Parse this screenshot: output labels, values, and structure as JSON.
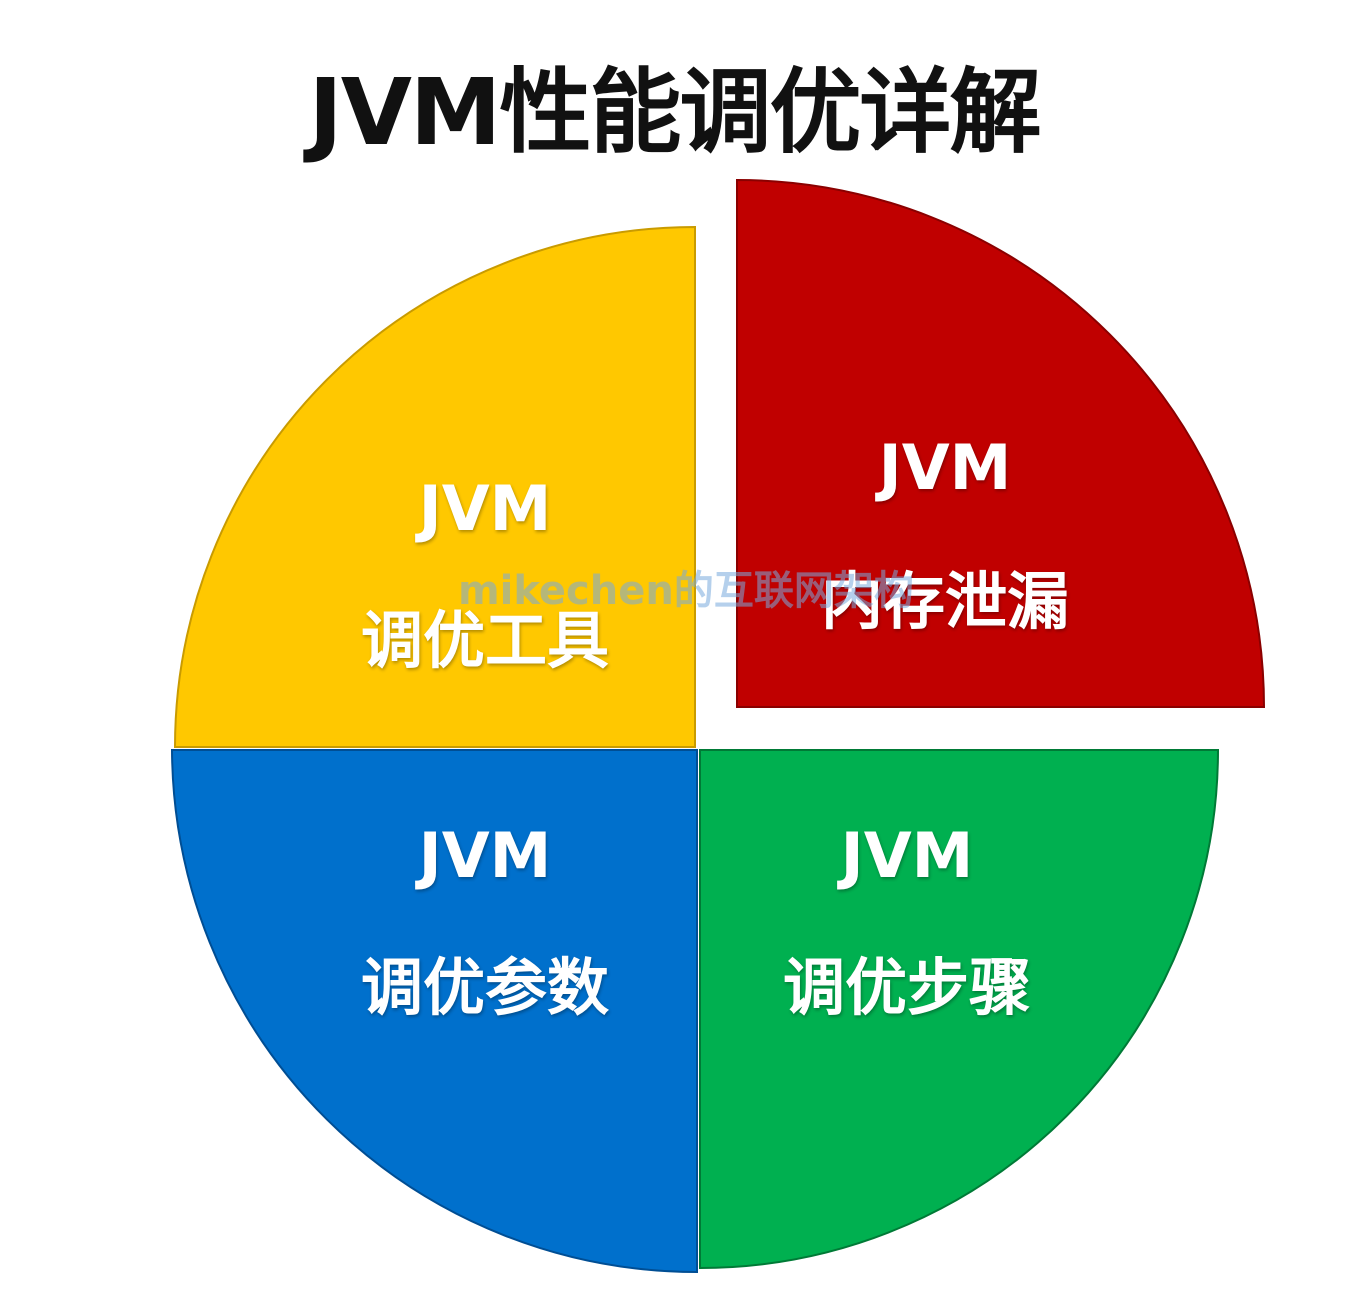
{
  "title": "JVM性能调优详解",
  "segments": [
    {
      "id": "memory-leak",
      "line1": "JVM",
      "line2": "内存泄漏",
      "color": "#C00000"
    },
    {
      "id": "tools",
      "line1": "JVM",
      "line2": "调优工具",
      "color": "#FFC800"
    },
    {
      "id": "params",
      "line1": "JVM",
      "line2": "调优参数",
      "color": "#0070CC"
    },
    {
      "id": "steps",
      "line1": "JVM",
      "line2": "调优步骤",
      "color": "#00B050"
    }
  ],
  "watermark": "mikechen的互联网架构"
}
